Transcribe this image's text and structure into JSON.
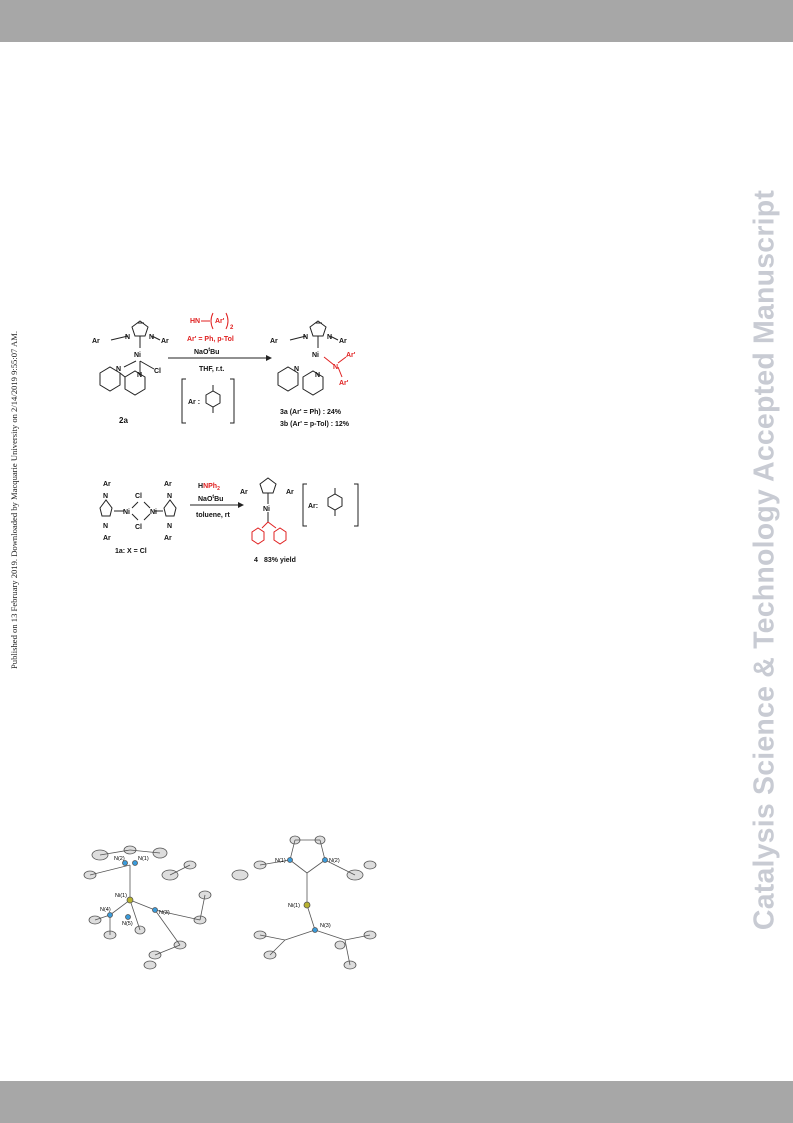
{
  "header": {},
  "footer": {},
  "sidebar_left": {
    "text": "Published on 13 February 2019. Downloaded by Macquarie University on 2/14/2019 9:55:07 AM."
  },
  "sidebar_right": {
    "text": "Catalysis Science & Technology Accepted Manuscript"
  },
  "scheme1": {
    "reagent_amine_prefix": "HN",
    "reagent_amine_group": "Ar'",
    "reagent_amine_sub": "2",
    "reagent_ar": "Ar' = Ph, p-Tol",
    "reagent_base": "NaO",
    "reagent_base_sup": "t",
    "reagent_base_suffix": "Bu",
    "reagent_solvent": "THF, r.t.",
    "ar_legend": "Ar :",
    "start_label": "2a",
    "start_ni": "Ni",
    "start_cl": "Cl",
    "ar": "Ar",
    "n": "N",
    "product_ni": "Ni",
    "product_ar_prime": "Ar'",
    "product_yield_a": "3a (Ar' = Ph) : 24%",
    "product_yield_b": "3b (Ar' = p-Tol) : 12%"
  },
  "scheme2": {
    "reagent_amine_h": "H",
    "reagent_amine_rest": "NPh",
    "reagent_amine_sub": "2",
    "reagent_base": "NaO",
    "reagent_base_sup": "t",
    "reagent_base_suffix": "Bu",
    "reagent_solvent": "toluene, rt",
    "start_label": "1a: X = Cl",
    "cl": "Cl",
    "ni": "Ni",
    "ar_legend": "Ar:",
    "product_label": "4",
    "product_yield": "83% yield"
  },
  "crystal": {
    "left_labels": [
      "N(2)",
      "N(1)",
      "Ni(1)",
      "N(4)",
      "N(3)",
      "N(5)"
    ],
    "right_labels": [
      "N(1)",
      "N(2)",
      "Ni(1)",
      "N(3)"
    ]
  }
}
